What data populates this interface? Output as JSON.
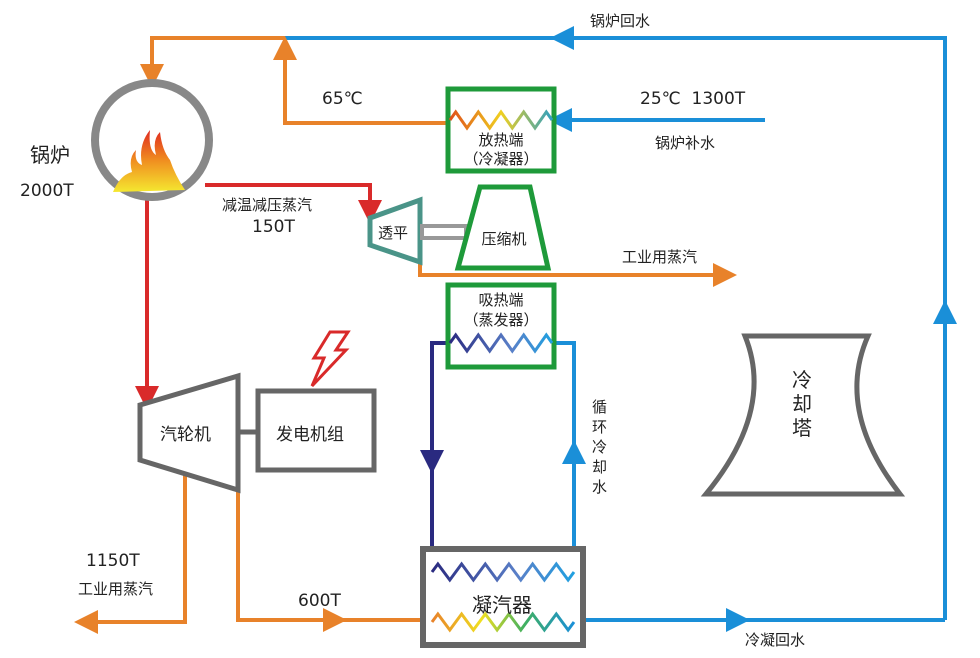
{
  "boiler": {
    "label": "锅炉",
    "capacity": "2000T"
  },
  "return_water": "锅炉回水",
  "hot_return_temp": "65℃",
  "makeup": {
    "temp_flow": "25℃  1300T",
    "label": "锅炉补水"
  },
  "heat_release": {
    "line1": "放热端",
    "line2": "（冷凝器）"
  },
  "desuperheated_steam": {
    "label": "减温减压蒸汽",
    "flow": "150T"
  },
  "turbo": "透平",
  "compressor": "压缩机",
  "industrial_steam_top": "工业用蒸汽",
  "heat_absorb": {
    "line1": "吸热端",
    "line2": "（蒸发器）"
  },
  "steam_turbine": "汽轮机",
  "generator": "发电机组",
  "circulating_water": [
    "循",
    "环",
    "冷",
    "却",
    "水"
  ],
  "cooling_tower": [
    "冷",
    "却",
    "塔"
  ],
  "extraction": {
    "flow": "1150T",
    "label": "工业用蒸汽"
  },
  "exhaust_flow": "600T",
  "condenser": "凝汽器",
  "condensate_return": "冷凝回水",
  "colors": {
    "orange": "#e8822a",
    "blue": "#1a8fd8",
    "red": "#d92a2a",
    "navy": "#2a2a80",
    "green": "#1e9a3a",
    "gray": "#666666",
    "teal": "#4a9488"
  }
}
